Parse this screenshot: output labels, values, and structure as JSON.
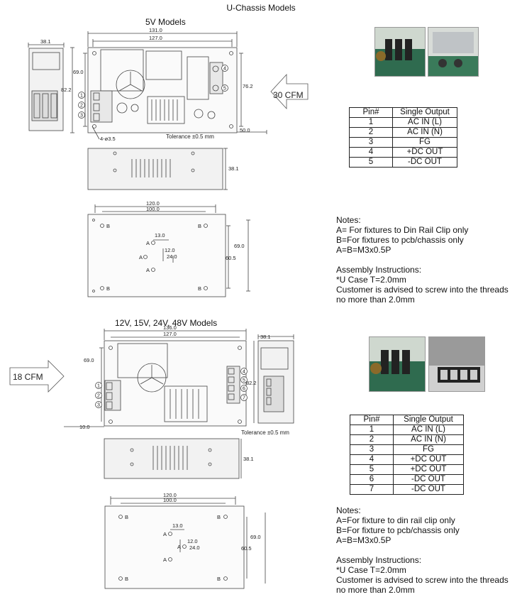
{
  "page_title": "U-Chassis Models",
  "top": {
    "heading": "5V Models",
    "airflow": "30 CFM",
    "tolerance": "Tolerance ±0.5 mm",
    "hole": "4-ø3.5",
    "dims": {
      "w131": "131.0",
      "w127": "127.0",
      "w38": "38.1",
      "h69": "69.0",
      "h82": "82.2",
      "h76": "76.2",
      "d50": "50.0",
      "h38b": "38.1",
      "w120": "120.0",
      "w100": "100.0",
      "d13": "13.0",
      "d12": "12.0",
      "d24": "24.0",
      "h69b": "69.0",
      "h60": "60.5"
    },
    "pins_left": [
      "1",
      "2",
      "3"
    ],
    "pins_right": [
      "4",
      "5"
    ],
    "table": {
      "headers": [
        "Pin#",
        "Single Output"
      ],
      "rows": [
        [
          "1",
          "AC IN (L)"
        ],
        [
          "2",
          "AC IN (N)"
        ],
        [
          "3",
          "FG"
        ],
        [
          "4",
          "+DC OUT"
        ],
        [
          "5",
          "-DC OUT"
        ]
      ]
    },
    "notes": {
      "heading": "Notes:",
      "lines": [
        "A= For fixtures to Din Rail Clip only",
        "B=For fixtures to pcb/chassis only",
        "A=B=M3x0.5P"
      ],
      "assembly_heading": "Assembly Instructions:",
      "assembly": [
        "*U Case T=2.0mm",
        "Customer is advised to screw into the threads",
        "no more than 2.0mm"
      ]
    }
  },
  "bottom": {
    "heading": "12V, 15V, 24V, 48V Models",
    "airflow": "18 CFM",
    "tolerance": "Tolerance ±0.5 mm",
    "dims": {
      "w136": "136.0",
      "w127": "127.0",
      "w38": "38.1",
      "h69": "69.0",
      "h82": "82.2",
      "d10": "10.0",
      "h38b": "38.1",
      "w120": "120.0",
      "w100": "100.0",
      "d13": "13.0",
      "d12": "12.0",
      "d24": "24.0",
      "h69b": "69.0",
      "h60": "60.5"
    },
    "pins_left": [
      "1",
      "2",
      "3"
    ],
    "pins_right": [
      "4",
      "5",
      "6",
      "7"
    ],
    "table": {
      "headers": [
        "Pin#",
        "Single Output"
      ],
      "rows": [
        [
          "1",
          "AC IN (L)"
        ],
        [
          "2",
          "AC IN (N)"
        ],
        [
          "3",
          "FG"
        ],
        [
          "4",
          "+DC OUT"
        ],
        [
          "5",
          "+DC OUT"
        ],
        [
          "6",
          "-DC OUT"
        ],
        [
          "7",
          "-DC OUT"
        ]
      ]
    },
    "notes": {
      "heading": "Notes:",
      "lines": [
        "A=For fixture to din rail clip only",
        "B=For fixture to pcb/chassis only",
        "A=B=M3x0.5P"
      ],
      "assembly_heading": "Assembly Instructions:",
      "assembly": [
        "*U Case T=2.0mm",
        "Customer is advised to screw into the threads",
        "no more than 2.0mm"
      ]
    }
  },
  "labels": {
    "a": "A",
    "b": "B"
  },
  "colors": {
    "pcb": "#2f6b4f",
    "line": "#444",
    "photo_bg": "#dfe6e0"
  }
}
